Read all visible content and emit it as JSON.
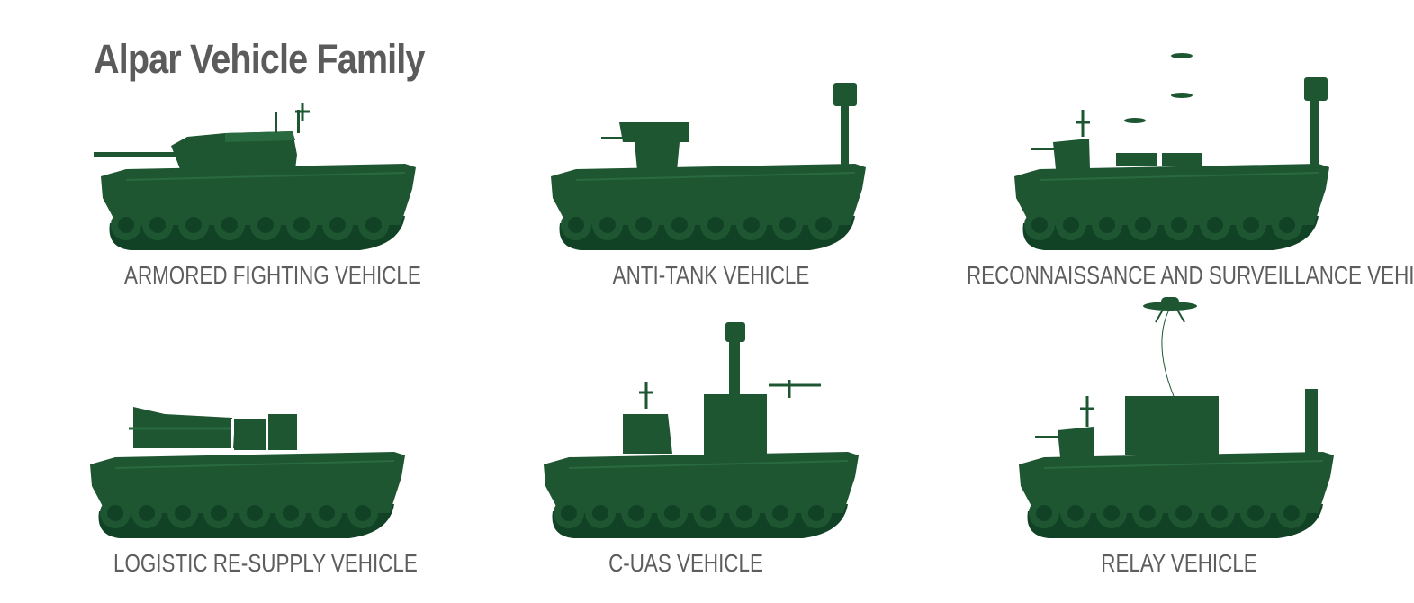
{
  "page": {
    "title": "Alpar Vehicle Family",
    "colors": {
      "vehicle": "#1e5632",
      "vehicle_dark": "#124226",
      "vehicle_light": "#2a6a40",
      "title": "#5b5b5b",
      "caption": "#5d5d5d"
    }
  },
  "vehicles": [
    {
      "caption": "ARMORED FIGHTING VEHICLE"
    },
    {
      "caption": "ANTI-TANK VEHICLE"
    },
    {
      "caption": "RECONNAISSANCE AND SURVEILLANCE VEHICLE"
    },
    {
      "caption": "LOGISTIC RE-SUPPLY VEHICLE"
    },
    {
      "caption": "C-UAS VEHICLE"
    },
    {
      "caption": "RELAY VEHICLE"
    }
  ]
}
